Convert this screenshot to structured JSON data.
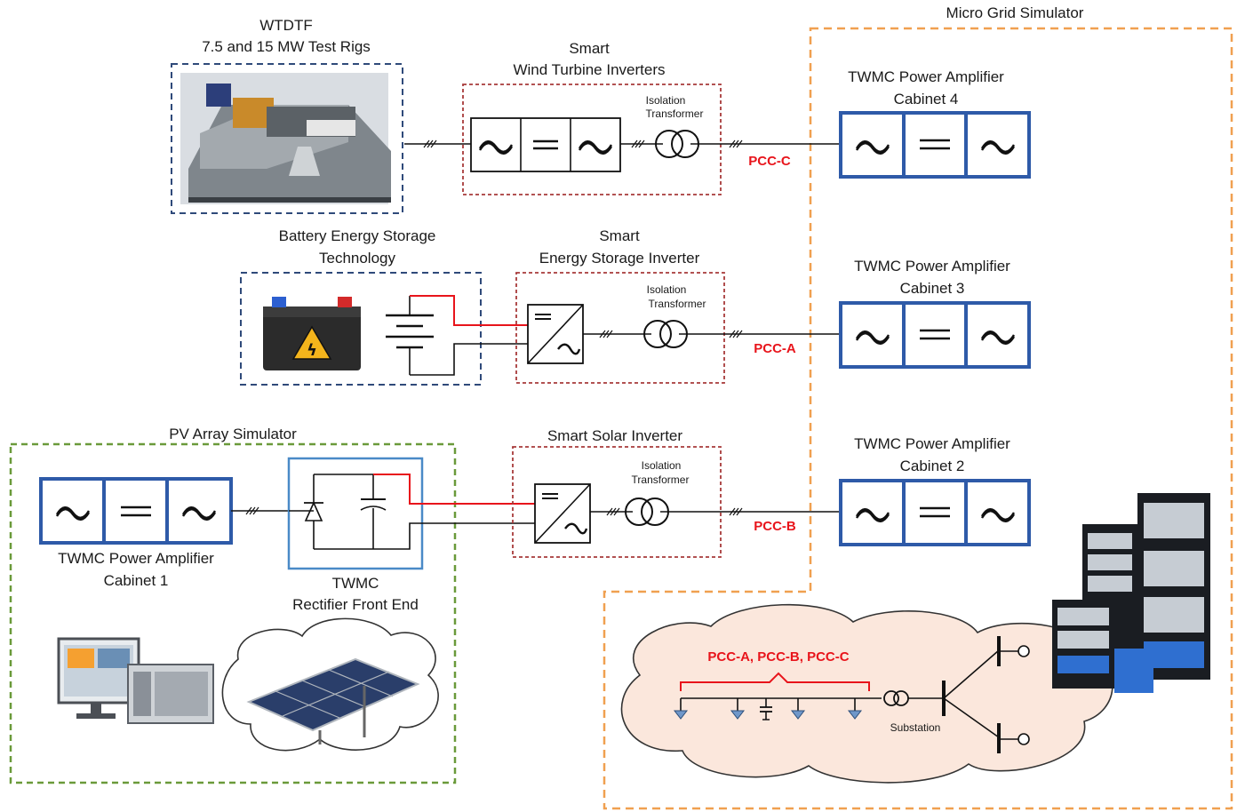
{
  "micro_grid": {
    "title": "Micro Grid Simulator"
  },
  "wtdtf": {
    "title_line1": "WTDTF",
    "title_line2": "7.5 and 15 MW Test Rigs"
  },
  "wind_inverter": {
    "title_line1": "Smart",
    "title_line2": "Wind Turbine Inverters"
  },
  "battery": {
    "title_line1": "Battery Energy Storage",
    "title_line2": "Technology"
  },
  "storage_inverter": {
    "title_line1": "Smart",
    "title_line2": "Energy Storage Inverter"
  },
  "pv_array": {
    "title": "PV Array Simulator"
  },
  "solar_inverter": {
    "title": "Smart Solar Inverter"
  },
  "isolation_transformer": {
    "line1": "Isolation",
    "line2": "Transformer"
  },
  "cabinets": {
    "c4": {
      "line1": "TWMC Power Amplifier",
      "line2": "Cabinet 4"
    },
    "c3": {
      "line1": "TWMC Power Amplifier",
      "line2": "Cabinet 3"
    },
    "c2": {
      "line1": "TWMC Power Amplifier",
      "line2": "Cabinet 2"
    },
    "c1": {
      "line1": "TWMC Power Amplifier",
      "line2": "Cabinet 1"
    }
  },
  "rectifier": {
    "line1": "TWMC",
    "line2": "Rectifier Front End"
  },
  "pcc": {
    "c": "PCC-C",
    "a": "PCC-A",
    "b": "PCC-B",
    "all": "PCC-A,  PCC-B, PCC-C"
  },
  "substation": {
    "label": "Substation"
  },
  "colors": {
    "accent_red": "#e8141b",
    "cabinet_blue": "#2e5aa8",
    "microgrid_orange": "#f0a050",
    "pv_green": "#6a9a3a",
    "dashed_navy": "#2f4a7a",
    "dashed_maroon": "#a83a3a"
  }
}
